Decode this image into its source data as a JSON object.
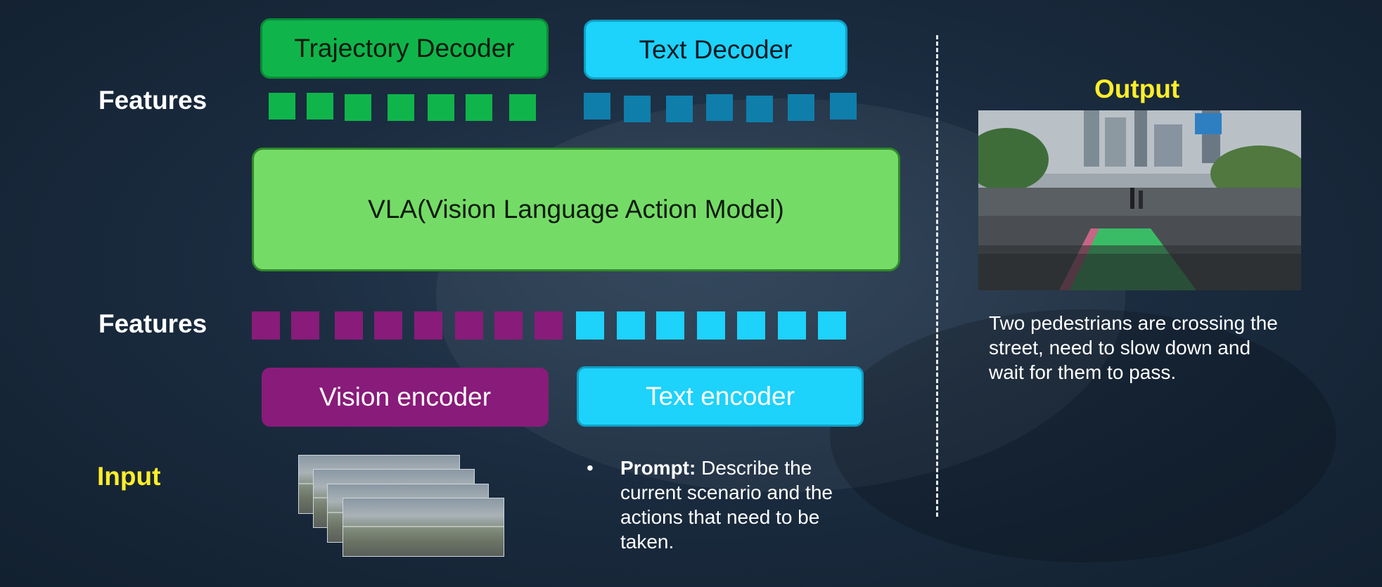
{
  "colors": {
    "trajectory_decoder": "#0fb54a",
    "text_decoder": "#1dd2fb",
    "vla": "#74dc66",
    "vision_encoder": "#891b7a",
    "text_encoder": "#1dd2fb",
    "green_token": "#0fb54a",
    "blue_token_dark": "#0f7eab",
    "purple_token": "#891b7a",
    "cyan_token": "#1dd2fb",
    "yellow_label": "#ffee2a"
  },
  "labels": {
    "features_top": "Features",
    "features_bottom": "Features",
    "input": "Input",
    "output": "Output"
  },
  "boxes": {
    "trajectory_decoder": "Trajectory Decoder",
    "text_decoder": "Text Decoder",
    "vla": "VLA(Vision Language Action Model)",
    "vision_encoder": "Vision encoder",
    "text_encoder": "Text encoder"
  },
  "prompt": {
    "bullet": "•",
    "bold": "Prompt:",
    "text": " Describe the current scenario and the actions that need to be taken."
  },
  "output_text": "Two pedestrians are crossing the street, need to slow down and wait for them to pass."
}
